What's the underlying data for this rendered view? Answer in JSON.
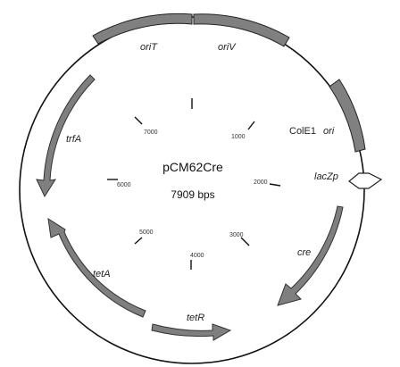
{
  "plasmid": {
    "name": "pCM62Cre",
    "size_label": "7909 bps"
  },
  "ticks": [
    {
      "label": "1000"
    },
    {
      "label": "2000"
    },
    {
      "label": "3000"
    },
    {
      "label": "4000"
    },
    {
      "label": "5000"
    },
    {
      "label": "6000"
    },
    {
      "label": "7000"
    }
  ],
  "features": {
    "oriT": {
      "label": "oriT"
    },
    "oriV": {
      "label": "oriV"
    },
    "cole1": {
      "label": "ColE1",
      "suffix": "ori"
    },
    "lacZp": {
      "label": "lacZp"
    },
    "cre": {
      "label": "cre"
    },
    "tetR": {
      "label": "tetR"
    },
    "tetA": {
      "label": "tetA"
    },
    "trfA": {
      "label": "trfA"
    }
  },
  "colors": {
    "feature_fill": "#7f7f7f",
    "backbone": "#111111"
  }
}
